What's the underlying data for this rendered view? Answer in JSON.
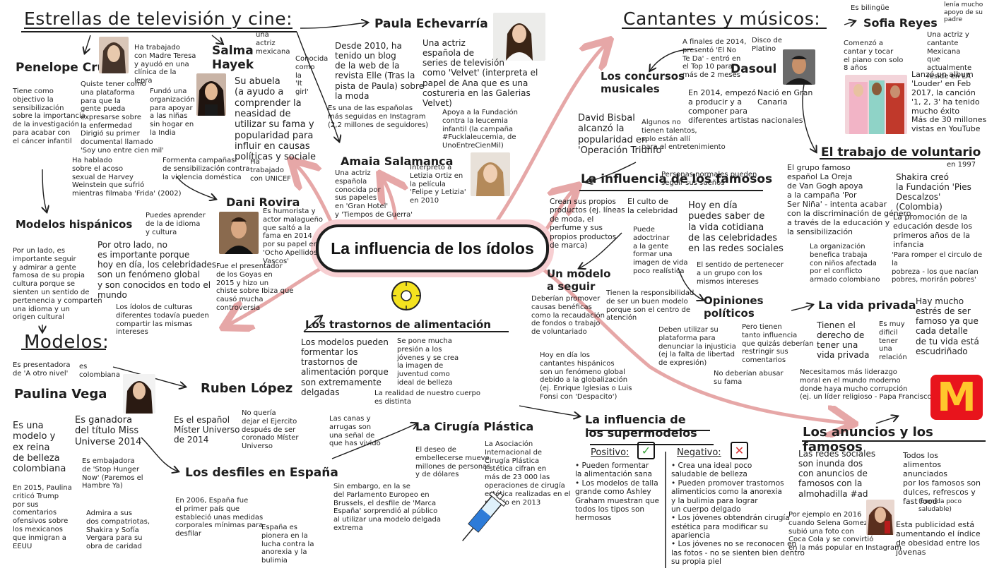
{
  "central": "La influencia de los ídolos",
  "sec_tv": "Estrellas de televisión y cine:",
  "penelope_name": "Penelope Cruz",
  "penelope_notes": [
    "Ha trabajado\ncon Madre Teresa\ny ayudó en una\nclínica de la\nlepra",
    "Tiene como\nobjectivo la\nsensibilización\nsobre la importancia\nde la investigación\npara acabar con\nel cáncer infantil",
    "Quiste tener como\nuna plataforma\npara que la\ngente pueda\nexpresarse sobre\nla enfermedad",
    "Dirigió su primer\ndocumental llamado\n'Soy uno entre cien mil'",
    "Fundó una\norganización\npara apoyar\na las niñas\nsin hogar en\nla India"
  ],
  "salma_name": "Salma\nHayek",
  "salma_notes": [
    "una\nactriz\nmexicana",
    "Su abuela\n(a ayudo a\ncomprender la\nneasidad de\nutilizar su fama y\npopularidad para\ninfluir en causas\npolíticas y sociale",
    "Ha hablado\nsobre el acoso\nsexual de Harvey\nWeinstein que sufrió\nmientras filmaba 'Frida' (2002)",
    "Formenta campañas\nde sensibilización contra\nla violencia doméstica",
    "Ha\ntrabajado\ncon UNICEF"
  ],
  "paula_name": "Paula Echevarría",
  "paula_notes": [
    "Conocida\ncomo\nla\n'It\ngirl'",
    "Desde 2010, ha\ntenido un blog\nde la web de la\nrevista Elle (Tras la\npista de Paula) sobre\nla moda",
    "Una actriz\nespañola de\nseries de televisión\ncomo 'Velvet' (interpreta el\npapel de Ana que es una\ncostureria en las Galerias\nVelvet)",
    "Es una de las españolas\nmás seguidas en Instagram\n(2,2 millones de seguidores)",
    "Apoya a la Fundación\ncontra la leucemia\ninfantil (la campaña\n#Fucklaleucemia, de\nUnoEntreCienMil)"
  ],
  "amaia_name": "Amaia Salamanca",
  "amaia_notes": [
    "Una actriz\nespañola\nconocida por\nsus papeles\nen 'Gran Hotel'\ny 'Tiempos de Guerra'",
    "Interpretó a\nLetizia Ortiz en\nla película\n'Felipe y Letizia'\nen 2010"
  ],
  "dani_name": "Dani Rovira",
  "dani_notes": [
    "Es humorista y\nactor malagueño\nque saltó a la\nfama en 2014\npor su papel en\n'Ocho Apellidos\nVascos'",
    "Fue el presentador\nde los Goyas en\n2015 y hizo un\nchiste sobre Ibiza que\ncausó mucha\ncontroversia"
  ],
  "modelos_hisp_title": "Modelos hispánicos",
  "modelos_hisp_notes": [
    "Puedes aprender\nde la de idioma\ny cultura",
    "Por un lado, es\nimportante seguir\ny admirar a gente\nfamosa de su propia\ncultura porque se\nsienten un sentido de\npertenencia y comparten\nuna idioma y un\norigen cultural",
    "Por otro lado, no\nes importante porque\nhoy en día, los celebridades\nson un fenómeno global\ny son conocidos en todo el\nmundo",
    "Los ídolos de culturas\ndiferentes todavía pueden\ncompartir las mismas\nintereses"
  ],
  "sec_models": "Modelos:",
  "paulina_name": "Paulina Vega",
  "paulina_notes": [
    "Es presentadora\nde 'A otro nivel'",
    "es\ncolombiana",
    "Es una\nmodelo y\nex reina\nde belleza\ncolombiana",
    "Es ganadora\ndel título Miss\nUniverse 2014",
    "Es embajadora\nde 'Stop Hunger\nNow' (Paremos el\nHambre Ya)",
    "En 2015, Paulina\ncriticó Trump\npor sus\ncomentarios\nofensivos sobre\nlos mexicanos\nque inmigran a\nEEUU",
    "Admira a sus\ndos compatriotas,\nShakira y Sofía\nVergara para su\nobra de caridad"
  ],
  "ruben_name": "Ruben López",
  "ruben_notes": [
    "Es el español\nMíster Universo\nde 2014",
    "No quería\ndejar el Ejercito\ndespués de ser\ncoronado Míster\nUniverso"
  ],
  "desfiles_title": "Los desfiles en España",
  "desfiles_notes": [
    "En 2006, España fue\nel primer país que\nestableció unas medidas\ncorporales mínimas para\ndesfilar",
    "España es\npionera en la\nlucha contra la\nanorexia y la\nbulimia",
    "Sin embargo, en la se\ndel Parlamento Europeo en\nBrussels, el desfile de 'Marca\nEspaña' sorprendió al público\nal utilizar una modelo delgada\nextrema"
  ],
  "trastornos_title": "Los trastornos de alimentación",
  "trastornos_notes": [
    "Los modelos pueden\nformentar los\ntrastornos de\nalimentación porque\nson extremamente\ndelgadas",
    "Se pone mucha\npresión a los\njóvenes y se crea\nla imagen de\njuventud como\nideal de belleza",
    "La realidad de nuestro cuerpo\nes distinta",
    "Las canas y\narrugas son\nuna señal de\nque has vivido"
  ],
  "cirugia_title": "La Cirugía Plástica",
  "cirugia_notes": [
    "El deseo de\nembellecerse mueve\nmillones de personas\ny de dólares",
    "La Asociación\nInternacional de\nCirugía Plástica\nEstética cifran en\nmás de 23 000 las\noperaciones de cirugía\nestética realizadas en el\nmundo en 2013"
  ],
  "super_title": "La influencia de\nlos supermodelos",
  "super_positivo": "Positivo:",
  "super_positivo_notes": "• Pueden formentar\n  la alimentación sana\n• Los modelos de talla\n  grande como Ashley\n  Graham muestran que\n  todos los tipos son\n  hermosos",
  "super_negativo": "Negativo:",
  "super_negativo_notes": "• Crea una ideal poco\n  saludable de belleza\n• Pueden promover trastornos\n  alimenticios como la anorexia\n  y la bulimia para lograr\n  un cuerpo delgado\n• Los jóvenes obtendrán cirugía\n  estética para modificar su\n  apariencia\n• Los jóvenes no se reconocen en\n  las fotos - no se sienten bien dentro\n  su propia piel",
  "cantantes_title": "Cantantes y músicos:",
  "concursos_title": "Los concursos\nmusicales",
  "concursos_notes": [
    "David Bisbal\nalcanzó la\npopularidad en\n'Operación Triunfo'",
    "Algunos no\ntienen talentos,\nsolo están allí\npara el entretenimiento",
    "Personas normales pueden\nseguir sus sueños"
  ],
  "dasoul_name": "Dasoul",
  "dasoul_notes": [
    "A finales de 2014,\npresentó 'El No\nTe Da' - entró en\nel Top 10 para\nmás de 2 meses",
    "Disco de\nPlatino",
    "En 2014, empezó\na producir y a\ncomponer para\ndiferentes artistas nacionales",
    "Nació en Gran\nCanaria"
  ],
  "sofia_name": "Sofia Reyes",
  "sofia_notes": [
    "Es bilingüe",
    "lenía mucho\napoyo de su\npadre",
    "Comenzó a\ncantar y tocar\nel piano con solo\n8 años",
    "Una actriz y\ncantante Mexicana\nque actualmente\nreside en LA",
    "Lanzó un album\n'Louder' en Feb\n2017, la canción\n'1, 2, 3' ha tenido\nmucho éxito",
    "Más de 30 millones\nvistas en YouTube"
  ],
  "voluntario_title": "El trabajo de voluntario",
  "voluntario_notes": [
    "El grupo famoso\nespañol La Oreja\nde Van Gogh apoya\na la campaña 'Por\nSer Niña' - intenta acabar\ncon la discriminación de género\na través de la educación y\nla sensibilización",
    "en 1997",
    "Shakira creó\nla Fundación 'Pies\nDescalzos' (Colombia)",
    "La promoción de la\neducación desde los\nprimeros años de la\ninfancia",
    "La organización\nbenefica trabaja\ncon niños afectada\npor el conflicto\narmado colombiano",
    "'Para romper el circulo de la\npobreza - los que nacían\npobres, morirán pobres'"
  ],
  "influencia_famosos_title": "La influencia de los famosos",
  "influencia_famosos_notes": [
    "Crean sus propios\nproductos (ej. líneas\nde moda, el\nperfume y sus\npropios productos\nde marca)",
    "El culto de\nla celebridad",
    "Puede\nadoctrinar\na la gente\nformar una\nimagen de vida\npoco realística",
    "Hoy en día\npuedes saber de\nla vida cotidiana\nde las celebridades\nen las redes sociales",
    "El sentido de pertenecer\na un grupo con los\nmismos intereses"
  ],
  "modelo_seguir_title": "Un modelo\na seguir",
  "modelo_seguir_notes": [
    "Deberían promover\ncausas benéficas\ncomo la recaudación\nde fondos o trabajo\nde voluntariado",
    "Tienen la responsibilidad\nde ser un buen modelo\nporque son el centro de\natención",
    "Hoy en día los\ncantantes hispánicos\nson un fenómeno global\ndebido a la globalización\n(ej. Enrique Iglesias o Luis\nFonsi con 'Despacito')"
  ],
  "opiniones_title": "Opiniones\npolíticos",
  "opiniones_notes": [
    "Deben utilizar su\nplataforma para\ndenunciar la injusticia\n(ej la falta de libertad\nde expresión)",
    "Pero tienen\ntanto influencia\nque quizás deberían\nrestringir sus\ncomentarios",
    "No deberían abusar\nsu fama"
  ],
  "vida_privada_title": "La vida privada",
  "vida_privada_notes": [
    "Tienen el\nderecho de\ntener una\nvida privada",
    "Es muy\ndificil\ntener\nuna\nrelación",
    "Hay mucho\nestrés de ser\nfamoso ya que\ncada detalle\nde tu vida está\nescudriñado",
    "Necesitamos más liderazgo\nmoral en el mundo moderno\ndonde haya mucho corrupción\n(ej. un líder religioso - Papa Francisco)"
  ],
  "anuncios_title": "Los anuncios y los famosos",
  "anuncios_notes": [
    "Las redes sociales\nson inunda dos\ncon anuncios de\nfamosos con la\nalmohadilla #ad",
    "Todos los\nalimentos anunciados\npor los famosos son\ndulces, refrescos y\nfast food",
    "(comida poco\nsaludable)",
    "Por ejemplo en 2016\ncuando Selena Gomez\nsubió una foto con\nCoca Cola y se convirtió\nen la más popular en Instagram",
    "Esta publicidad está\naumentando el índice\nde obesidad entre los\njóvenas"
  ],
  "logo_letter": "M",
  "colors": {
    "arrow_pink": "#e6a7a7",
    "cloud_pink": "#f7cfd2",
    "tape_yellow": "#f4e21f",
    "mcd_red": "#e8141c",
    "mcd_yellow": "#ffc72c",
    "check_green": "#3aa33a",
    "cross_red": "#d83030"
  },
  "icons": [
    "measuring-tape-icon",
    "syringe-icon",
    "checkmark-icon",
    "cross-icon",
    "mcdonalds-logo"
  ]
}
